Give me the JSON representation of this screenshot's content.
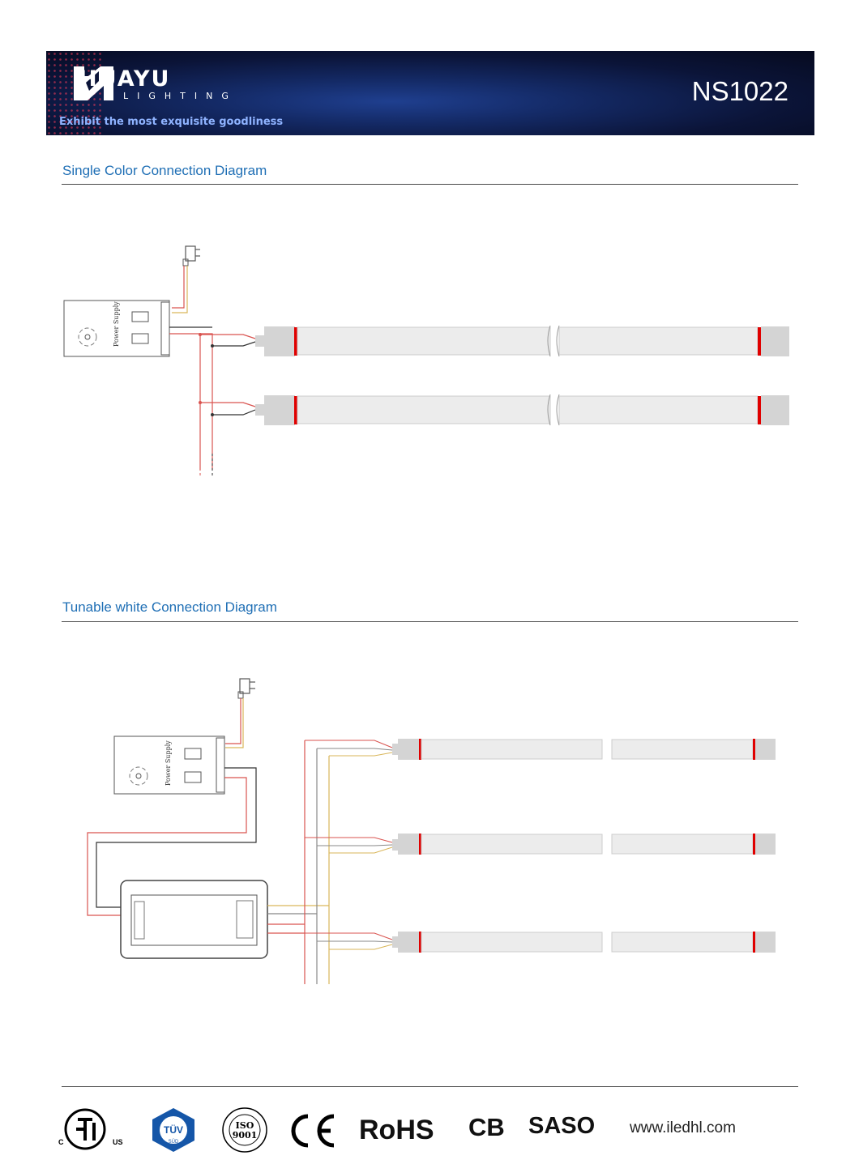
{
  "header": {
    "brand": "HUAYU",
    "brand_sub": "LIGHTING",
    "tagline": "Exhibit the most exquisite goodliness",
    "model": "NS1022"
  },
  "sections": [
    {
      "title": "Single Color Connection Diagram"
    },
    {
      "title": "Tunable white Connection Diagram"
    }
  ],
  "diagram_labels": {
    "power_supply": "Power Supply"
  },
  "footer": {
    "certs": [
      "RoHS",
      "CB",
      "SASO"
    ],
    "tuv": "TÜV",
    "tuv_sub": "SÜD",
    "iso_num": "ISO",
    "iso_std": "9001",
    "website": "www.iledhl.com"
  },
  "colors": {
    "title_blue": "#1f6fb5",
    "wire_red": "#d9534f",
    "wire_black": "#333333",
    "wire_yellow": "#d9b65a",
    "wire_gray": "#888888",
    "strip": "#ececec",
    "end_cap": "#d4d4d4",
    "cap_red": "#e00000"
  }
}
